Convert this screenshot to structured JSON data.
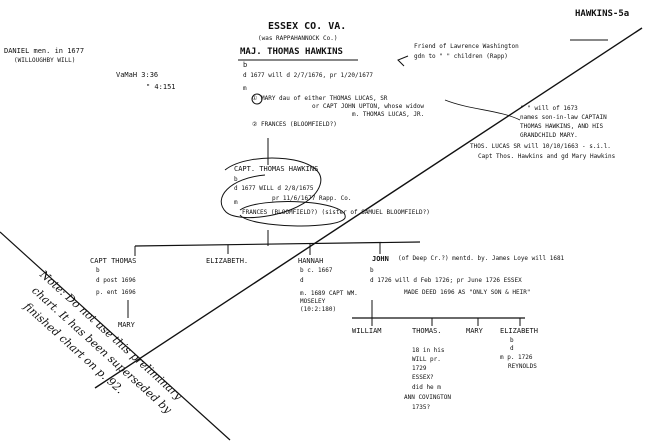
{
  "header": {
    "page_ref": "HAWKINS-5a",
    "county": "ESSEX CO. VA.",
    "county_note": "(was RAPPAHANNOCK Co.)"
  },
  "left_notes": {
    "daniel": "DANIEL men. in 1677",
    "daniel_sub": "(WILLOUGHBY WILL)",
    "ref1": "VaMaH 3:36",
    "ref2": "\" 4:151"
  },
  "thomas_sr": {
    "name": "MAJ. THOMAS HAWKINS",
    "b": "b",
    "d": "d 1677  will d 2/7/1676, pr 1/20/1677",
    "m_label": "m",
    "spouse1": "① MARY dau of either THOMAS LUCAS, SR",
    "spouse1b": "or CAPT JOHN UPTON, whose widow",
    "spouse1c": "m. THOMAS LUCAS, JR.",
    "spouse2": "② FRANCES (BLOOMFIELD?)"
  },
  "right_notes": {
    "friend": "Friend of Lawrence Washington",
    "friend2": "gdn to \" \" children (Rapp)",
    "will_line1": "\" \" will of 1673",
    "will_line2": "names son-in-law CAPTAIN",
    "will_line3": "THOMAS HAWKINS, AND HIS",
    "will_line4": "GRANDCHILD MARY.",
    "will_line5": "THOS. LUCAS SR will 10/10/1663 - s.i.l.",
    "will_line6": "Capt Thos. Hawkins and gd Mary Hawkins"
  },
  "thomas_capt": {
    "name": "CAPT. THOMAS HAWKINS",
    "b": "b",
    "d": "d 1677     WILL d 2/8/1675",
    "pr": "pr 11/6/1677 Rapp. Co.",
    "m": "m",
    "spouse": "FRANCES (BLOOMFIELD?) (sister of SAMUEL BLOOMFIELD?)"
  },
  "children": [
    {
      "name": "CAPT THOMAS",
      "l1": "b",
      "l2": "d post 1696",
      "l3": "p. ent 1696"
    },
    {
      "name": "ELIZABETH.",
      "l1": "",
      "l2": "",
      "l3": ""
    },
    {
      "name": "HANNAH",
      "l1": "b c. 1667",
      "l2": "d",
      "l3": "m. 1689 CAPT WM. MOSELEY (10:2:180)"
    },
    {
      "name": "JOHN",
      "l1": "b",
      "l2": "d 1726  will d Feb 1726; pr June 1726 ESSEX",
      "l3": "MADE DEED 1696 AS \"ONLY SON & HEIR\""
    }
  ],
  "john_note": "(of Deep Cr.?) mentd. by. James Loye will 1681",
  "mary": "MARY",
  "grandchildren": [
    {
      "name": "WILLIAM"
    },
    {
      "name": "THOMAS."
    },
    {
      "name": "MARY"
    },
    {
      "name": "ELIZABETH"
    }
  ],
  "thomas_gc_note": [
    "18 in his",
    "WILL pr.",
    "1729",
    "ESSEX?",
    "did he m",
    "ANN COVINGTON",
    "1735?"
  ],
  "elizabeth_gc_note": [
    "b",
    "d",
    "m p. 1726",
    "REYNOLDS"
  ],
  "margin_note": {
    "line1": "Note: Do not use this preliminary",
    "line2": "chart. It has been superseded by",
    "line3": "finished chart on p. 92."
  }
}
